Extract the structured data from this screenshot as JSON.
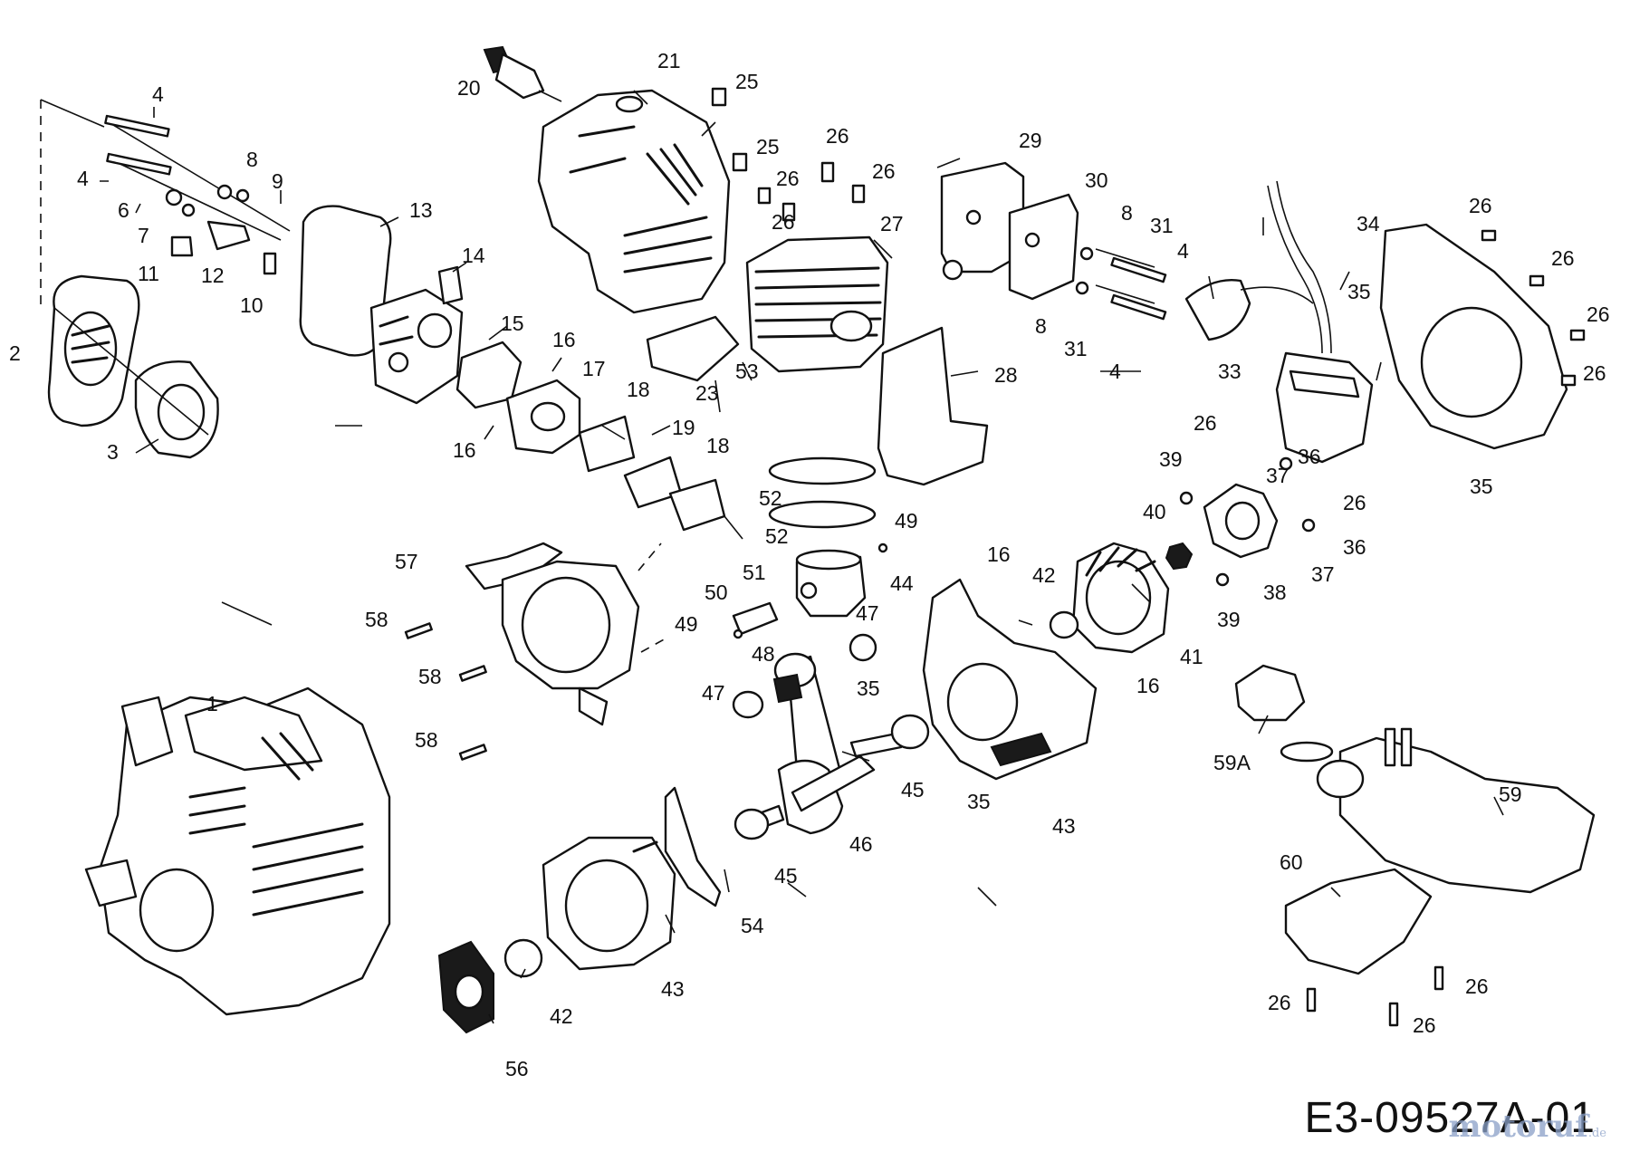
{
  "diagram": {
    "reference_code": "E3-09527A-01",
    "watermark": "motoruf",
    "watermark_suffix": ".de",
    "part_numbers": [
      "1",
      "2",
      "3",
      "4",
      "6",
      "7",
      "8",
      "9",
      "10",
      "11",
      "12",
      "13",
      "14",
      "15",
      "16",
      "17",
      "18",
      "19",
      "20",
      "21",
      "23",
      "25",
      "26",
      "27",
      "28",
      "29",
      "30",
      "31",
      "33",
      "34",
      "35",
      "36",
      "37",
      "38",
      "39",
      "40",
      "41",
      "42",
      "43",
      "44",
      "45",
      "46",
      "47",
      "48",
      "49",
      "50",
      "51",
      "52",
      "53",
      "54",
      "56",
      "57",
      "58",
      "59",
      "59A",
      "60"
    ]
  }
}
